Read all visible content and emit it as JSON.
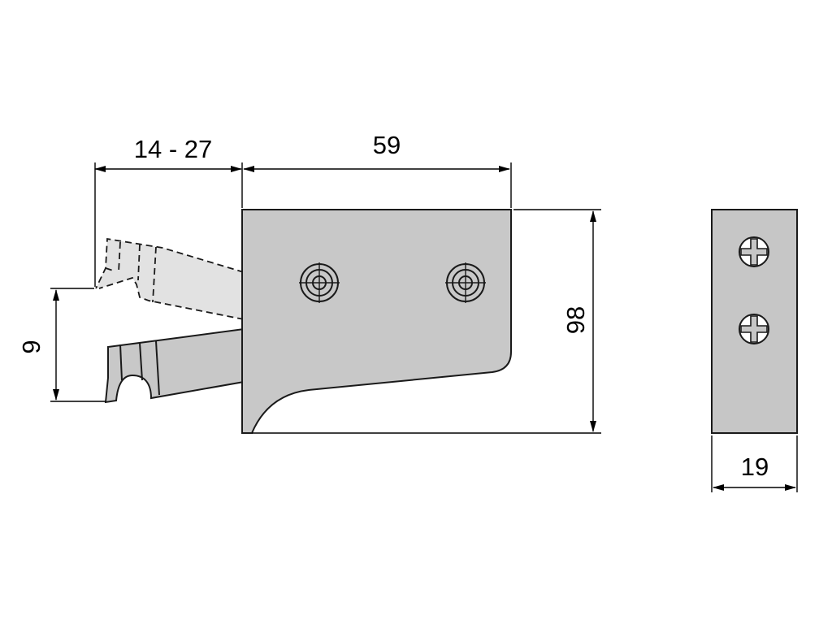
{
  "dimensions": {
    "adjust_range": "14 - 27",
    "width": "59",
    "height": "98",
    "offset": "9",
    "depth": "19"
  },
  "colors": {
    "body_fill": "#c8c8c8",
    "ghost_fill": "#e2e2e2",
    "side_fill": "#c6c6c6",
    "line": "#000000"
  },
  "icons": {
    "screw_hole": "screw-hole-icon",
    "phillips_screw": "phillips-screw-icon"
  }
}
